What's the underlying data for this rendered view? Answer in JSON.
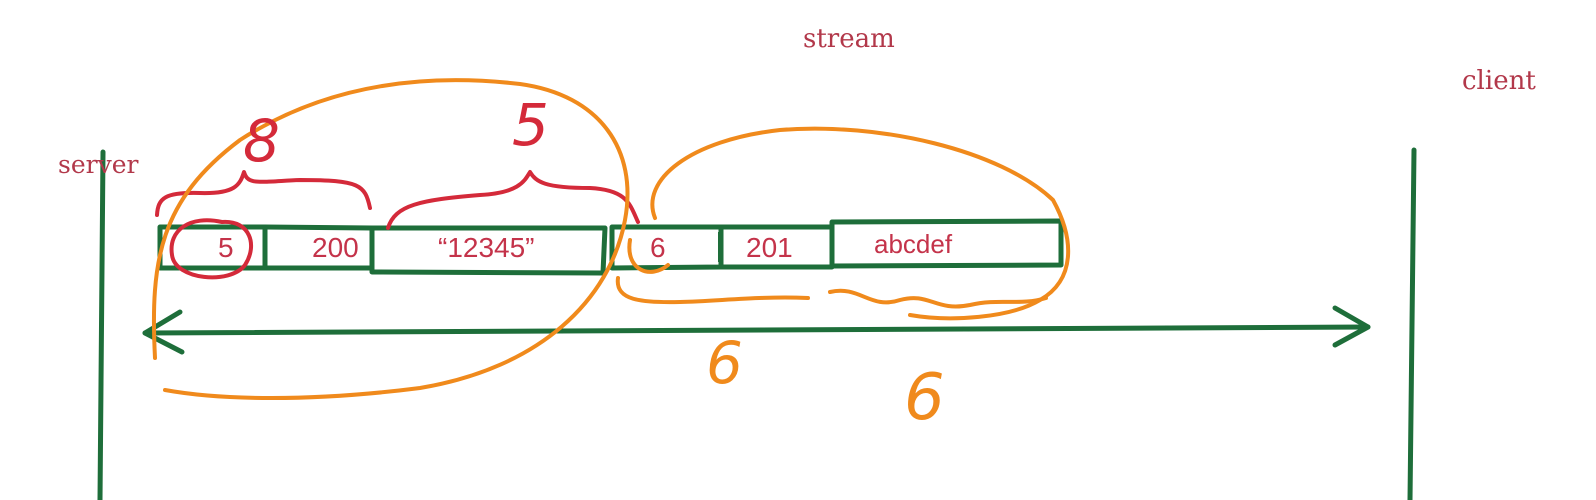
{
  "labels": {
    "server": "server",
    "stream": "stream",
    "client": "client"
  },
  "packets": {
    "cells": [
      "5",
      "200",
      "“12345”",
      "6",
      "201",
      "abcdef"
    ]
  },
  "annotations": {
    "header_len_1": "8",
    "body_len_1": "5",
    "header_len_2": "6",
    "body_len_2": "6"
  },
  "colors": {
    "line": "#1e6e3a",
    "red_ink": "#d42a3a",
    "orange_ink": "#f08a1c",
    "label_text": "#b2384a"
  }
}
